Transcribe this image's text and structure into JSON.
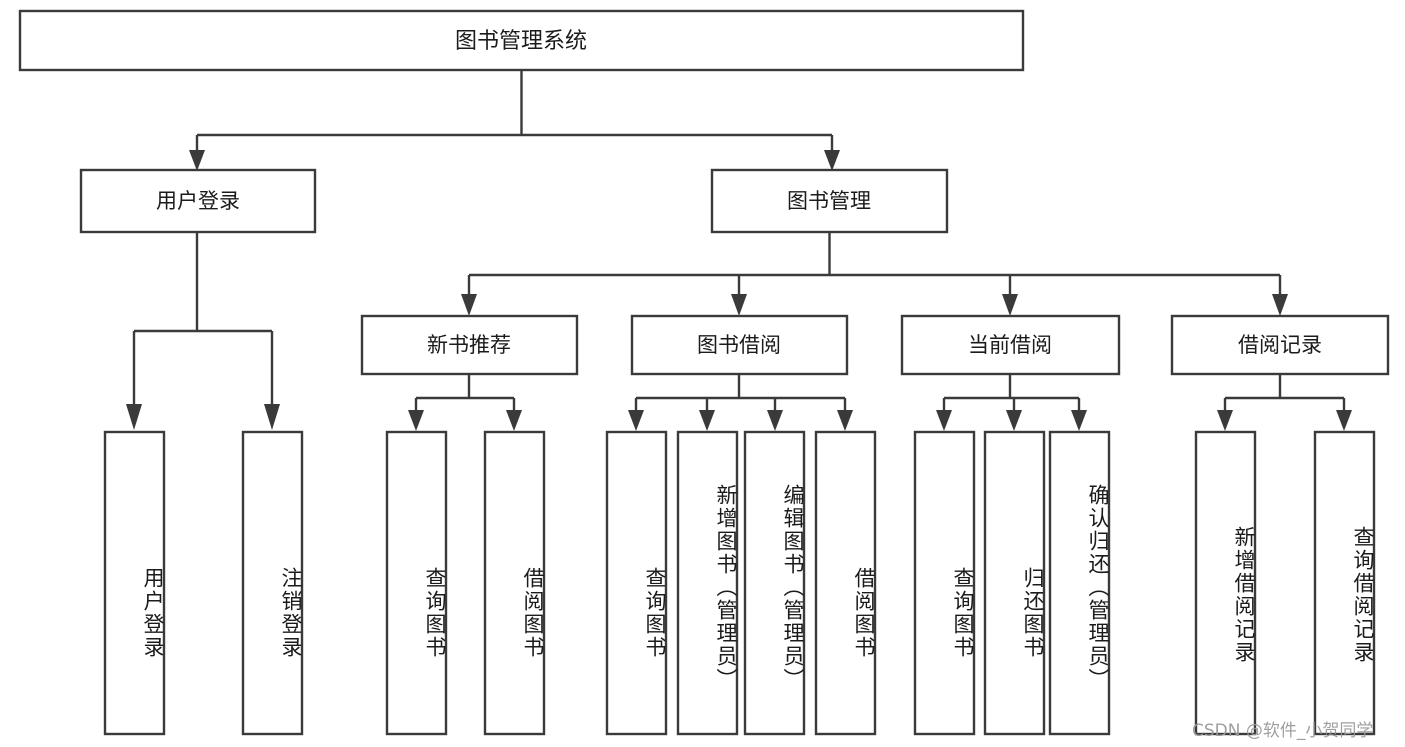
{
  "diagram": {
    "title": "图书管理系统",
    "watermark": "CSDN @软件_小贺同学",
    "colors": {
      "stroke": "#3a3a3a",
      "fill": "#ffffff",
      "text": "#1b1b1b",
      "watermark": "#9a9a9a",
      "background": "#ffffff"
    },
    "root": {
      "label": "图书管理系统"
    },
    "level2": [
      {
        "label": "用户登录"
      },
      {
        "label": "图书管理"
      }
    ],
    "level3": [
      {
        "label": "新书推荐"
      },
      {
        "label": "图书借阅"
      },
      {
        "label": "当前借阅"
      },
      {
        "label": "借阅记录"
      }
    ],
    "leaves": {
      "user_login": [
        {
          "label": "用户登录"
        },
        {
          "label": "注销登录"
        }
      ],
      "new_book_recommend": [
        {
          "label": "查询图书"
        },
        {
          "label": "借阅图书"
        }
      ],
      "book_borrow": [
        {
          "label": "查询图书"
        },
        {
          "label": "新增图书（管理员）"
        },
        {
          "label": "编辑图书（管理员）"
        },
        {
          "label": "借阅图书"
        }
      ],
      "current_borrow": [
        {
          "label": "查询图书"
        },
        {
          "label": "归还图书"
        },
        {
          "label": "确认归还（管理员）"
        }
      ],
      "borrow_record": [
        {
          "label": "新增借阅记录"
        },
        {
          "label": "查询借阅记录"
        }
      ]
    }
  }
}
